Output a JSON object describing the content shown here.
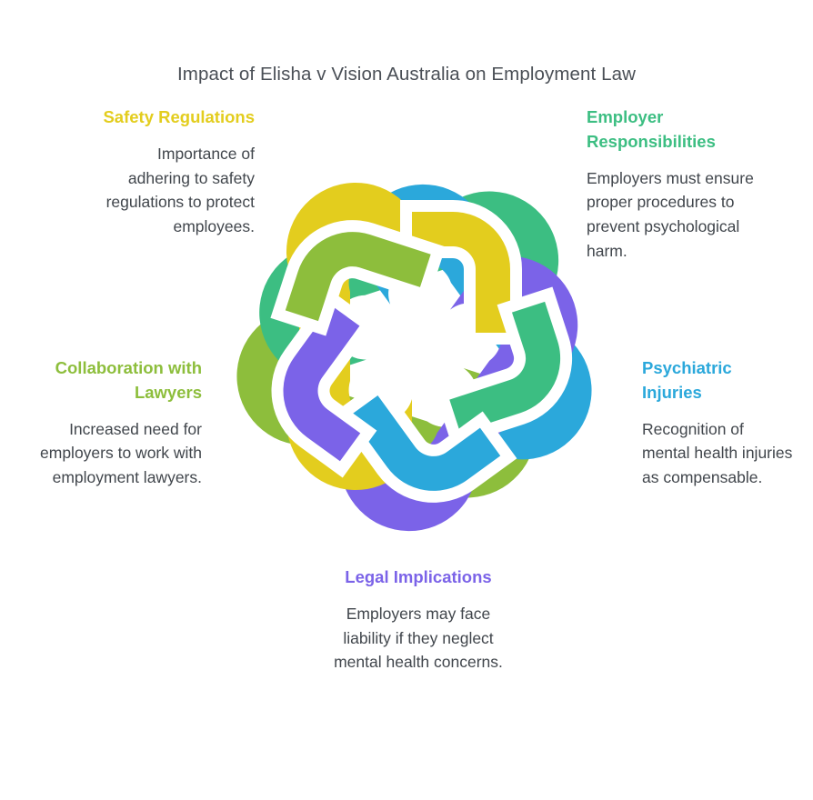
{
  "page": {
    "title": "Impact of Elisha v Vision Australia on Employment Law",
    "background_color": "#ffffff",
    "body_text_color": "#41464c",
    "title_color": "#4a4f56"
  },
  "graphic": {
    "name": "interlocking-knot-diagram",
    "description": "Five interlocking U-shaped ribbons arranged in five-fold rotational symmetry",
    "ribbons": [
      {
        "id": "safety",
        "color": "#e3cd1e",
        "position": "top-left"
      },
      {
        "id": "employer",
        "color": "#3cbe82",
        "position": "top-right"
      },
      {
        "id": "psych",
        "color": "#2ba8db",
        "position": "right"
      },
      {
        "id": "legal",
        "color": "#7b63e8",
        "position": "bottom"
      },
      {
        "id": "collab",
        "color": "#8dbe3c",
        "position": "left"
      }
    ]
  },
  "nodes": [
    {
      "id": "safety",
      "heading": "Safety Regulations",
      "body": "Importance of adhering to safety regulations to protect employees.",
      "color": "#e3cd1e"
    },
    {
      "id": "employer",
      "heading": "Employer Responsibilities",
      "body": "Employers must ensure proper procedures to prevent psychological harm.",
      "color": "#3cbe82"
    },
    {
      "id": "psych",
      "heading": "Psychiatric Injuries",
      "body": "Recognition of mental health injuries as compensable.",
      "color": "#2ba8db"
    },
    {
      "id": "legal",
      "heading": "Legal Implications",
      "body": "Employers may face liability if they neglect mental health concerns.",
      "color": "#7b63e8"
    },
    {
      "id": "collab",
      "heading": "Collaboration with Lawyers",
      "body": "Increased need for employers to work with employment lawyers.",
      "color": "#8dbe3c"
    }
  ]
}
